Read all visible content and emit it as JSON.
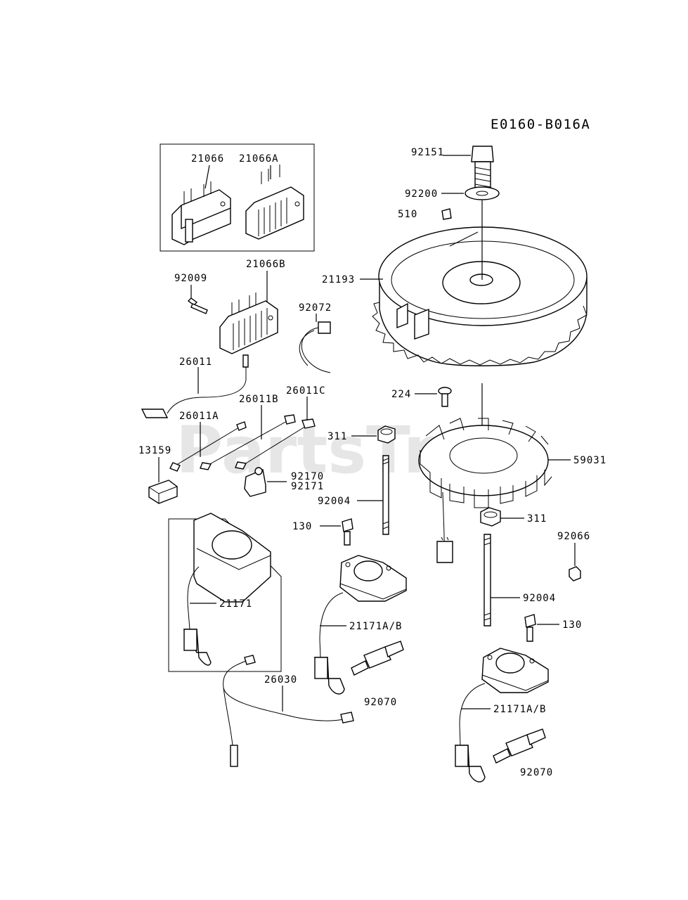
{
  "diagram_code": "E0160-B016A",
  "watermark": "PartsTree",
  "callouts": {
    "c21066": "21066",
    "c21066A": "21066A",
    "c21066B": "21066B",
    "c92009": "92009",
    "c92072": "92072",
    "c26011": "26011",
    "c26011A": "26011A",
    "c26011B": "26011B",
    "c26011C": "26011C",
    "c13159": "13159",
    "c92170": "92170",
    "c92171": "92171",
    "c21171": "21171",
    "c26030": "26030",
    "c92151": "92151",
    "c92200": "92200",
    "c510": "510",
    "c21193": "21193",
    "c224": "224",
    "c311a": "311",
    "c59031": "59031",
    "c92004a": "92004",
    "c130a": "130",
    "c311b": "311",
    "c92066": "92066",
    "c92004b": "92004",
    "c130b": "130",
    "c21171AB_a": "21171A/B",
    "c92070a": "92070",
    "c21171AB_b": "21171A/B",
    "c92070b": "92070"
  }
}
